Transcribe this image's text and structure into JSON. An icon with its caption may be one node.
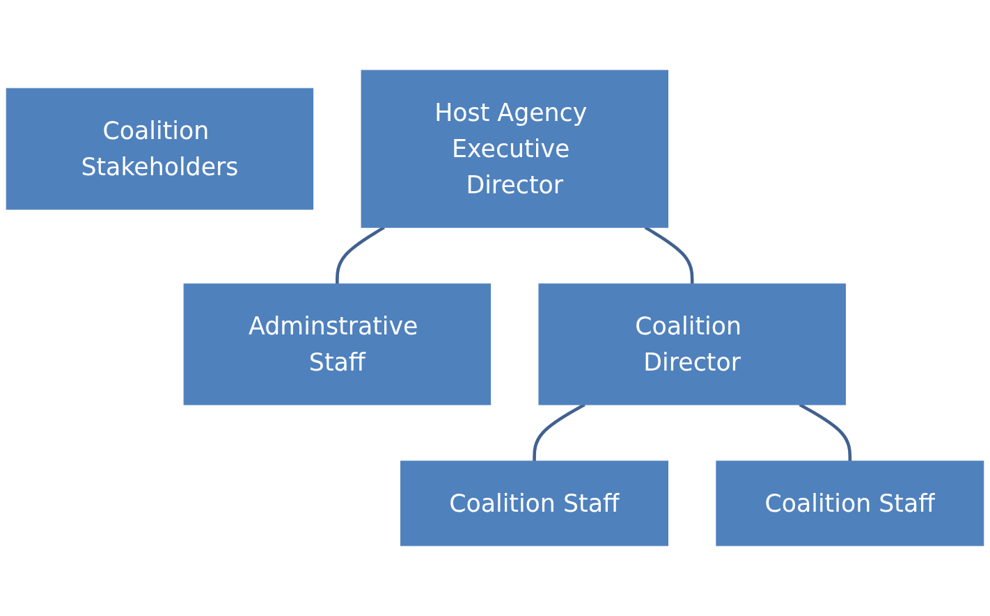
{
  "diagram": {
    "nodes": [
      {
        "text": [
          "Coalition Stakeholders"
        ]
      },
      {
        "text": [
          "Host Agency Executive Director"
        ]
      },
      {
        "text": [
          "Adminstrative Staff"
        ]
      },
      {
        "text": [
          "Coalition Director"
        ]
      },
      {
        "text": [
          "Coalition Staff"
        ]
      },
      {
        "text": [
          "Coalition Staff"
        ]
      }
    ],
    "edges": [
      {
        "from": 1,
        "to": 2,
        "arrow": "none"
      },
      {
        "from": 1,
        "to": 3,
        "arrow": "none"
      },
      {
        "from": 3,
        "to": 4,
        "arrow": "none"
      },
      {
        "from": 3,
        "to": 5,
        "arrow": "none"
      }
    ]
  }
}
